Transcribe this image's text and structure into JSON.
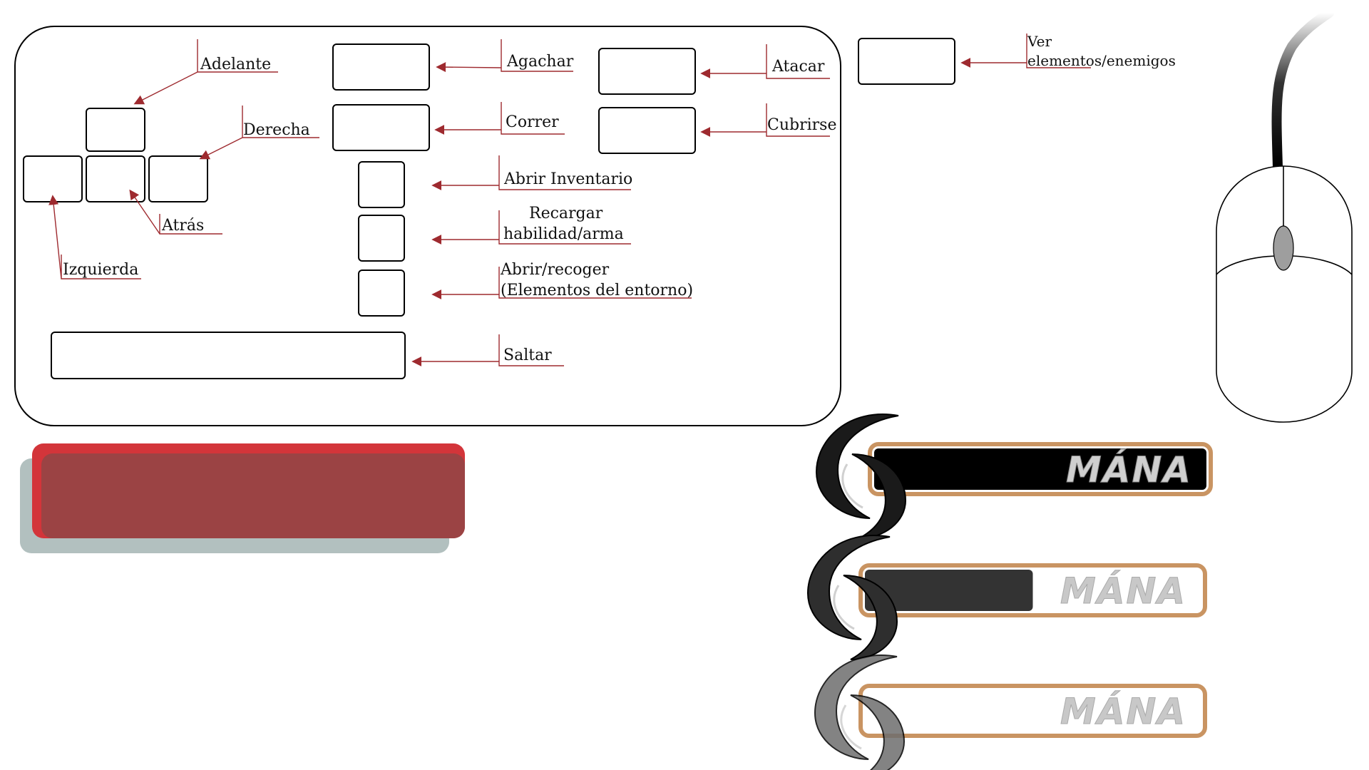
{
  "colors": {
    "arrow": "#9e2a2f",
    "health_front": "#9b4344",
    "health_back": "#d3353a",
    "health_shadow": "#b2c0bf",
    "mana_border": "#c99462",
    "mana_fill_dark": "#000000",
    "mana_fill_mid": "#333333"
  },
  "keyboard": {
    "movement": {
      "forward": "Adelante",
      "right": "Derecha",
      "back": "Atrás",
      "left": "Izquierda"
    },
    "crouch": "Agachar",
    "run": "Correr",
    "attack": "Atacar",
    "cover": "Cubrirse",
    "inventory": "Abrir Inventario",
    "reload_line1": "Recargar",
    "reload_line2": "habilidad/arma",
    "pickup_line1": "Abrir/recoger",
    "pickup_line2": "(Elementos del entorno)",
    "jump": "Saltar"
  },
  "view": {
    "line1": "Ver",
    "line2": "elementos/enemigos"
  },
  "mouse": {
    "icon": "mouse-icon"
  },
  "health_bar": {
    "icon": "health-bar"
  },
  "mana_bars": [
    {
      "label": "MÁNA",
      "fill_fraction": 1.0,
      "state": "full"
    },
    {
      "label": "MÁNA",
      "fill_fraction": 0.5,
      "state": "half"
    },
    {
      "label": "MÁNA",
      "fill_fraction": 0.0,
      "state": "empty"
    }
  ]
}
